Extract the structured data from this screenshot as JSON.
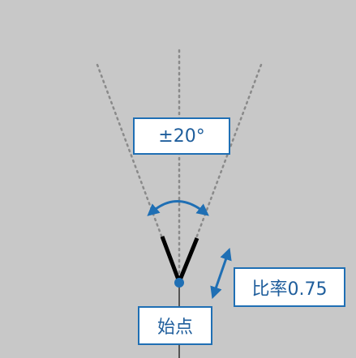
{
  "labels": {
    "angle": "±20°",
    "ratio": "比率0.75",
    "start": "始点"
  },
  "colors": {
    "background": "#c8c8c8",
    "accent": "#1f6fb4",
    "label_text": "#1f5e9c",
    "guide_line": "#888888",
    "branch": "#000000"
  }
}
